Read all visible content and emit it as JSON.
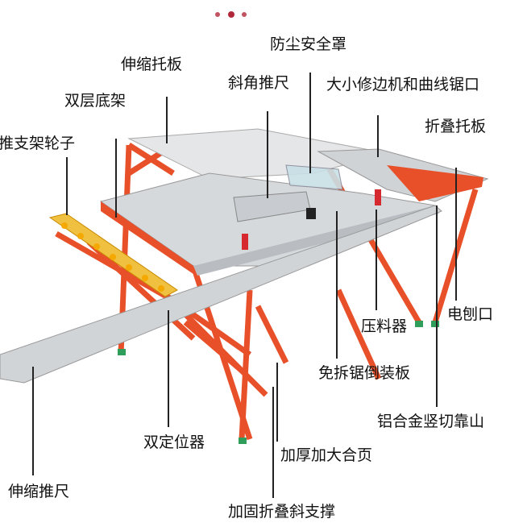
{
  "carousel": {
    "dots": 3,
    "active": 1,
    "color": "#b0273a"
  },
  "labels": {
    "dust_guard": "防尘安全罩",
    "telescopic_support": "伸缩托板",
    "miter_gauge": "斜角推尺",
    "trimmer_jigsaw_port": "大小修边机和曲线锯口",
    "double_base": "双层底架",
    "folding_support": "折叠托板",
    "push_wheels": "推支架轮子",
    "planer_port": "电刨口",
    "clamp": "压料器",
    "inverted_saw_plate": "免拆锯倒装板",
    "aluminum_fence": "铝合金竖切靠山",
    "double_locator": "双定位器",
    "thick_hinge": "加厚加大合页",
    "telescopic_push_ruler": "伸缩推尺",
    "folding_brace": "加固折叠斜支撑"
  },
  "colors": {
    "frame": "#e8502a",
    "table": "#d9dcdf",
    "rail": "#c8ccd0",
    "wheel": "#f5b400",
    "feet": "#2f9e5a"
  }
}
